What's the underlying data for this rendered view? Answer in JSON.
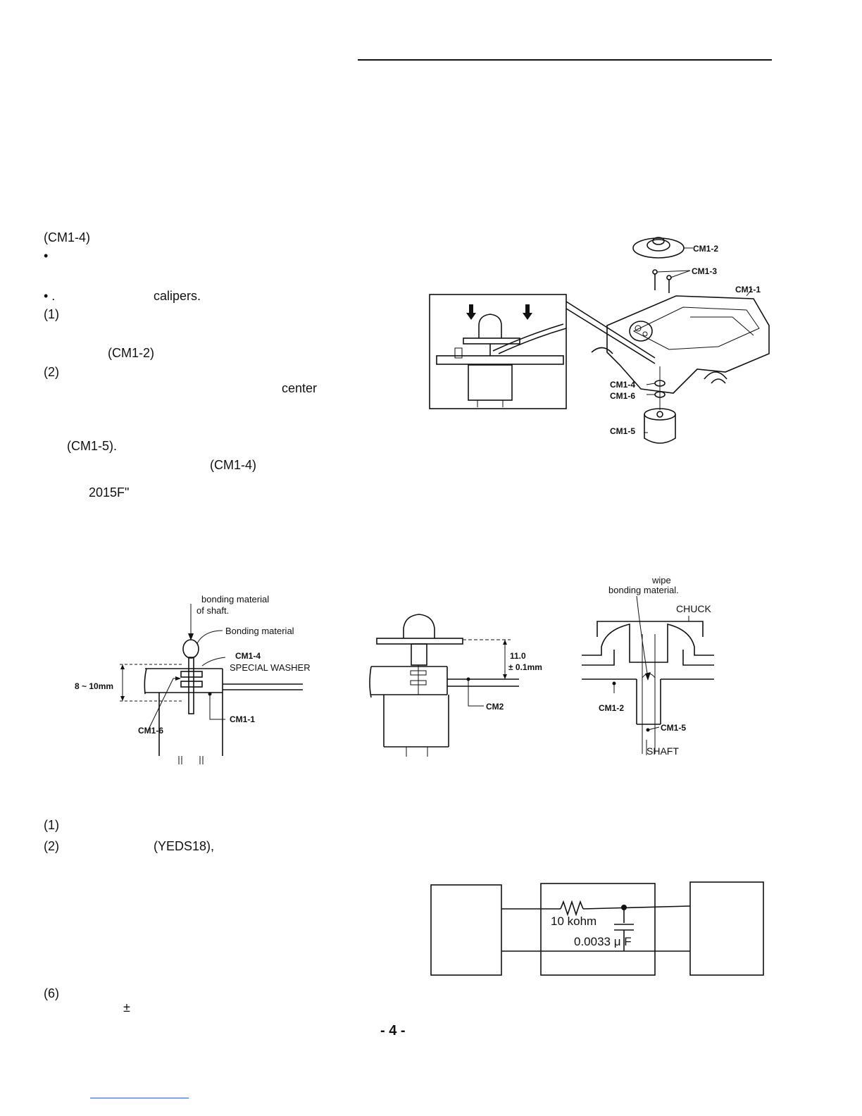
{
  "left_text": {
    "l1": "(CM1-4)",
    "l2": "•",
    "l3": "• .",
    "l3b": "calipers.",
    "l4": "(1)",
    "l5": "(CM1-2)",
    "l6": "(2)",
    "l6b": "center",
    "l7": "(CM1-5).",
    "l8": "(CM1-4)",
    "l9": "2015F\"",
    "l10": "(1)",
    "l11": "(2)",
    "l11b": "(YEDS18),",
    "l12": "(6)",
    "l13": "±"
  },
  "exploded": {
    "cm1_2": "CM1-2",
    "cm1_3": "CM1-3",
    "cm1_1": "CM1-1",
    "cm1_4": "CM1-4",
    "cm1_6": "CM1-6",
    "cm1_5": "CM1-5"
  },
  "fig_left": {
    "bond1": "bonding material",
    "bond2": "of shaft.",
    "bonding": "Bonding material",
    "cm1_4": "CM1-4",
    "washer": "SPECIAL WASHER",
    "dim": "8 ~ 10mm",
    "cm1_1": "CM1-1",
    "cm1_6": "CM1-6"
  },
  "fig_mid": {
    "dim1": "11.0",
    "dim2": "± 0.1mm",
    "cm2": "CM2"
  },
  "fig_right": {
    "wipe": "wipe",
    "bond": "bonding material.",
    "chuck": "CHUCK",
    "cm1_2": "CM1-2",
    "cm1_5": "CM1-5",
    "shaft": "SHAFT"
  },
  "circuit": {
    "res": "10 kohm",
    "cap": "0.0033 μ F"
  },
  "page_number": "- 4 -"
}
